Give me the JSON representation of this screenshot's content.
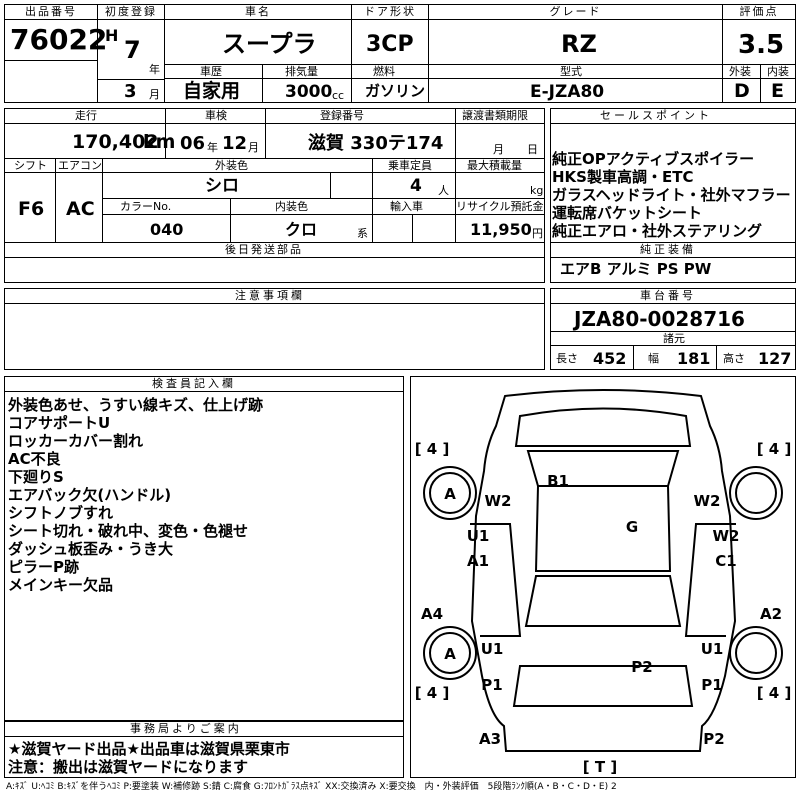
{
  "labels": {
    "lot_no": "出品番号",
    "first_reg": "初度登録",
    "car_name": "車名",
    "door_type": "ドア形状",
    "grade": "グレード",
    "score": "評価点",
    "history": "車歴",
    "displacement": "排気量",
    "fuel": "燃料",
    "model": "型式",
    "exterior": "外装",
    "interior": "内装",
    "mileage": "走行",
    "inspection": "車検",
    "reg_no": "登録番号",
    "transfer": "譲渡書類期限",
    "sales_point": "セールスポイント",
    "shift": "シフト",
    "aircon": "エアコン",
    "color": "外装色",
    "capacity": "乗車定員",
    "max_load": "最大積載量",
    "color_no": "カラーNo.",
    "int_color": "内装色",
    "import": "輸入車",
    "recycle": "リサイクル預託金",
    "equipment": "純正装備",
    "later_parts": "後日発送部品",
    "notes": "注意事項欄",
    "chassis_no": "車台番号",
    "specs": "諸元",
    "length": "長さ",
    "width": "幅",
    "height": "高さ",
    "inspector": "検査員記入欄",
    "office": "事務局よりご案内",
    "year_unit": "年",
    "month_unit": "月",
    "cc_unit": "cc",
    "km_unit": "km",
    "year_unit2": "年",
    "month_unit2": "月",
    "person_unit": "人",
    "kg_unit": "kg",
    "kei_unit": "系",
    "yen_unit": "円",
    "t_month": "月",
    "t_day": "日"
  },
  "vehicle": {
    "lot_no": "76022",
    "era": "H",
    "year": "7",
    "month": "3",
    "car_name": "スープラ",
    "door_type": "3CP",
    "grade": "RZ",
    "score": "3.5",
    "history": "自家用",
    "displacement": "3000",
    "fuel": "ガソリン",
    "model": "E-JZA80",
    "exterior_grade": "D",
    "interior_grade": "E",
    "mileage": "170,402",
    "insp_year": "06",
    "insp_month": "12",
    "reg_place": "滋賀 330テ174",
    "shift": "F6",
    "aircon": "AC",
    "color": "シロ",
    "capacity": "4",
    "color_no": "040",
    "int_color": "クロ",
    "recycle": "11,950",
    "chassis_no": "JZA80-0028716",
    "length": "452",
    "width": "181",
    "height": "127"
  },
  "sales_points": [
    "純正OPアクティブスポイラー",
    "HKS製車高調・ETC",
    "ガラスヘッドライト・社外マフラー",
    "運転席バケットシート",
    "純正エアロ・社外ステアリング"
  ],
  "equipment_text": "エアB アルミ PS PW",
  "inspector_notes": [
    "外装色あせ、うすい線キズ、仕上げ跡",
    "コアサポートU",
    "ロッカーカバー割れ",
    "AC不良",
    "下廻りS",
    "エアバック欠(ハンドル)",
    "シフトノブすれ",
    "シート切れ・破れ中、変色・色褪せ",
    "ダッシュ板歪み・うき大",
    "ピラーP跡",
    "メインキー欠品"
  ],
  "office_notes": [
    "★滋賀ヤード出品★出品車は滋賀県栗東市",
    "注意：搬出は滋賀ヤードになります"
  ],
  "diagram": {
    "tires": [
      "4",
      "4",
      "4",
      "4"
    ],
    "tire_labels": [
      "[",
      "]"
    ],
    "t_mark": "[ T ]",
    "marks": {
      "B1": "B1",
      "W2a": "W2",
      "W2b": "W2",
      "W2c": "W2",
      "G": "G",
      "U1a": "U1",
      "A1": "A1",
      "C1": "C1",
      "A4": "A4",
      "A2": "A2",
      "U1b": "U1",
      "U1c": "U1",
      "P2a": "P2",
      "P1a": "P1",
      "P1b": "P1",
      "A3": "A3",
      "P2b": "P2",
      "Aa": "A",
      "Ab": "A"
    }
  },
  "legend": "A:ｷｽﾞ U:ﾍｺﾐ B:ｷｽﾞを伴うﾍｺﾐ P:要塗装 W:補修跡 S:錆 C:腐食 G:ﾌﾛﾝﾄｶﾞﾗｽ点ｷｽﾞ XX:交換済み X:要交換　内・外装評価　5段階ﾗﾝｸ順(A・B・C・D・E) 2"
}
